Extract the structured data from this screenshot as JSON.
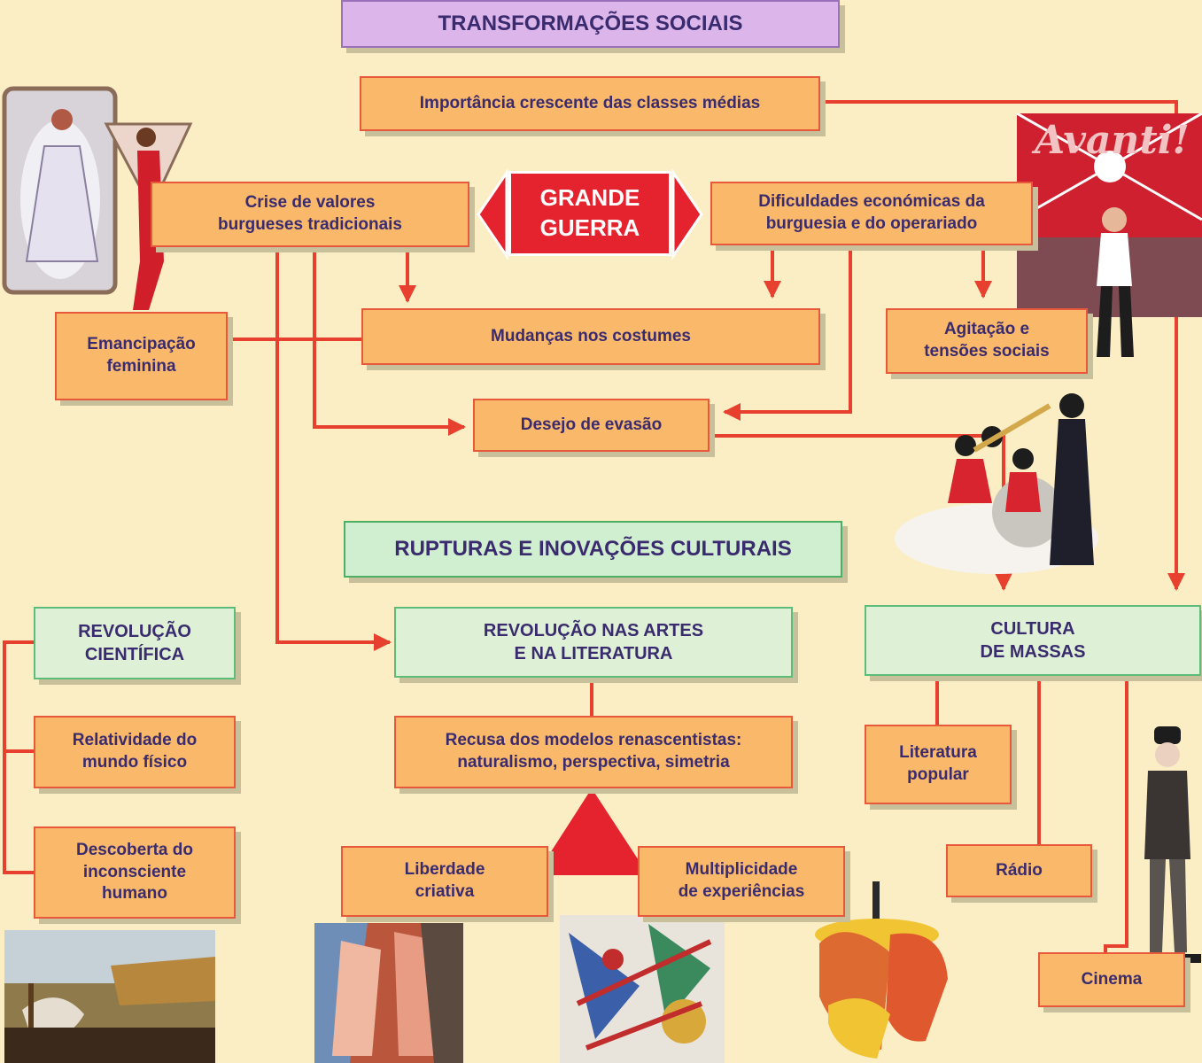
{
  "titles": {
    "social": "TRANSFORMAÇÕES SOCIAIS",
    "cultural": "RUPTURAS E INOVAÇÕES CULTURAIS"
  },
  "center": {
    "label": "GRANDE\nGUERRA",
    "color": "#e4232e"
  },
  "social_nodes": {
    "classes": "Importância crescente das classes médias",
    "crise": "Crise de valores\nburgueses tradicionais",
    "dificuldades": "Dificuldades económicas da\nburguesia e do operariado",
    "emancipacao": "Emancipação\nfeminina",
    "costumes": "Mudanças nos costumes",
    "agitacao": "Agitação e\ntensões sociais",
    "evasao": "Desejo de evasão"
  },
  "cultural_nodes": {
    "cientifica": "REVOLUÇÃO\nCIENTÍFICA",
    "relatividade": "Relatividade do\nmundo físico",
    "inconsciente": "Descoberta do\ninconsciente\nhumano",
    "artes": "REVOLUÇÃO NAS ARTES\nE NA LITERATURA",
    "recusa": "Recusa dos modelos renascentistas:\nnaturalismo, perspectiva, simetria",
    "liberdade": "Liberdade\ncriativa",
    "multiplicidade": "Multiplicidade\nde experiências",
    "massas": "CULTURA\nDE MASSAS",
    "literatura": "Literatura\npopular",
    "radio": "Rádio",
    "cinema": "Cinema"
  },
  "colors": {
    "background": "#fbeec4",
    "orange_box": "#f9b86a",
    "green_box": "#def1d6",
    "purple_box": "#dcb6ea",
    "connector": "#e8402e",
    "text": "#3a2b6e"
  },
  "poster": {
    "text": "Avanti!"
  },
  "illustrations": [
    "hourglass-women-image",
    "avanti-poster-image",
    "jazz-band-image",
    "chaplin-image",
    "dali-painting-image",
    "picasso-painting-image",
    "kandinsky-painting-image",
    "cubist-sculpture-image"
  ]
}
